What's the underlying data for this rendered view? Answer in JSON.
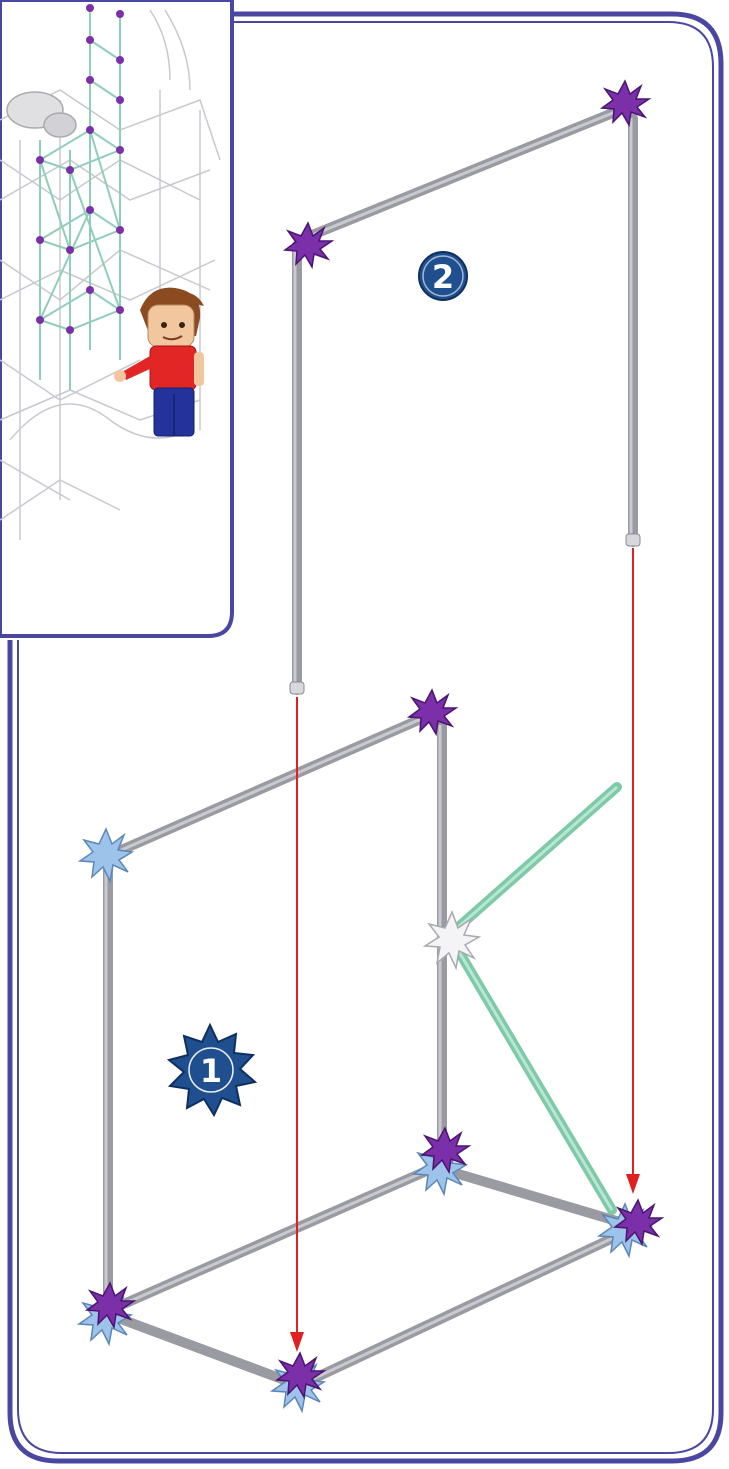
{
  "steps": [
    {
      "number": "1",
      "badge": "starburst"
    },
    {
      "number": "2",
      "badge": "circle"
    }
  ],
  "connectors": [
    {
      "kind": "hub",
      "color": "purple"
    },
    {
      "kind": "hub",
      "color": "light-blue"
    },
    {
      "kind": "hub",
      "color": "white"
    }
  ],
  "rods": [
    {
      "color": "gray"
    },
    {
      "color": "green"
    }
  ],
  "arrows": {
    "color": "red"
  },
  "colors": {
    "frame": "#4a47a3",
    "rod_gray": "#9a9aa2",
    "rod_green": "#7dc9a8",
    "connector_purple": "#7b2fa8",
    "connector_blue": "#9dc3ea",
    "badge_blue": "#1f4f8f",
    "arrow_red": "#e02020"
  }
}
